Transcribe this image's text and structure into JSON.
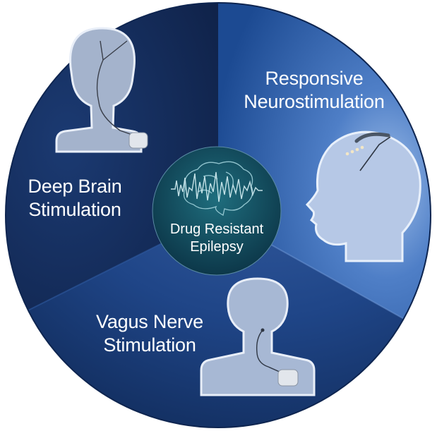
{
  "center": {
    "line1": "Drug Resistant",
    "line2": "Epilepsy"
  },
  "segments": [
    {
      "id": "rns",
      "line1": "Responsive",
      "line2": "Neurostimulation"
    },
    {
      "id": "dbs",
      "line1": "Deep Brain",
      "line2": "Stimulation"
    },
    {
      "id": "vns",
      "line1": "Vagus Nerve",
      "line2": "Stimulation"
    }
  ],
  "icons": {
    "center": "brain-wave-icon",
    "rns": "head-profile-implant-icon",
    "dbs": "torso-lead-implant-icon",
    "vns": "torso-neck-lead-implant-icon"
  },
  "colors": {
    "dark_navy": "#11284f",
    "mid_blue": "#1f4d94",
    "light_blue": "#8fb2e6",
    "center_teal": "#0f4a5a",
    "figure_fill": "#9fb1cc"
  }
}
